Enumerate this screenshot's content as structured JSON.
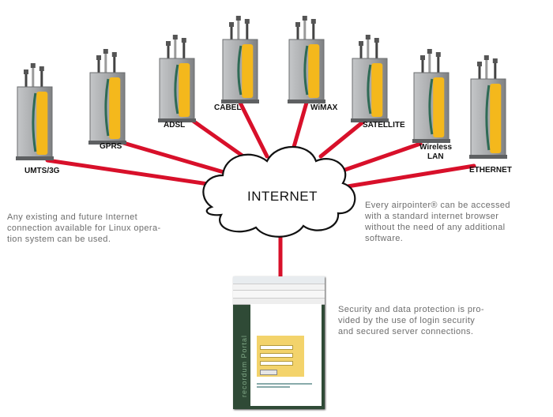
{
  "connections": [
    {
      "id": "umts",
      "label": "UMTS/3G"
    },
    {
      "id": "gprs",
      "label": "GPRS"
    },
    {
      "id": "adsl",
      "label": "ADSL"
    },
    {
      "id": "cabel",
      "label": "CABEL"
    },
    {
      "id": "wimax",
      "label": "WiMAX"
    },
    {
      "id": "satellite",
      "label": "SATELLITE"
    },
    {
      "id": "wlan",
      "label_lines": [
        "Wireless",
        "LAN"
      ]
    },
    {
      "id": "ethernet",
      "label": "ETHERNET"
    }
  ],
  "cloud": {
    "label": "INTERNET"
  },
  "texts": {
    "left": [
      "Any existing and future Internet",
      "connection available for Linux opera-",
      "tion system can be used."
    ],
    "right": [
      "Every airpointer® can be accessed",
      "with a standard internet browser",
      "without the need of any additional",
      "software."
    ],
    "bottom": [
      "Security and data protection is pro-",
      "vided by the use of login security",
      "and secured server connections."
    ]
  },
  "browser": {
    "sidebar_text": "recordum Portal"
  },
  "colors": {
    "link": "#d8102a",
    "device_body": "#9c9ea0",
    "device_panel": "#f4b81c",
    "device_stripe": "#2e6a55",
    "cloud_fill": "#ffffff",
    "cloud_stroke": "#111111",
    "sidebar": "#2f4a36"
  }
}
